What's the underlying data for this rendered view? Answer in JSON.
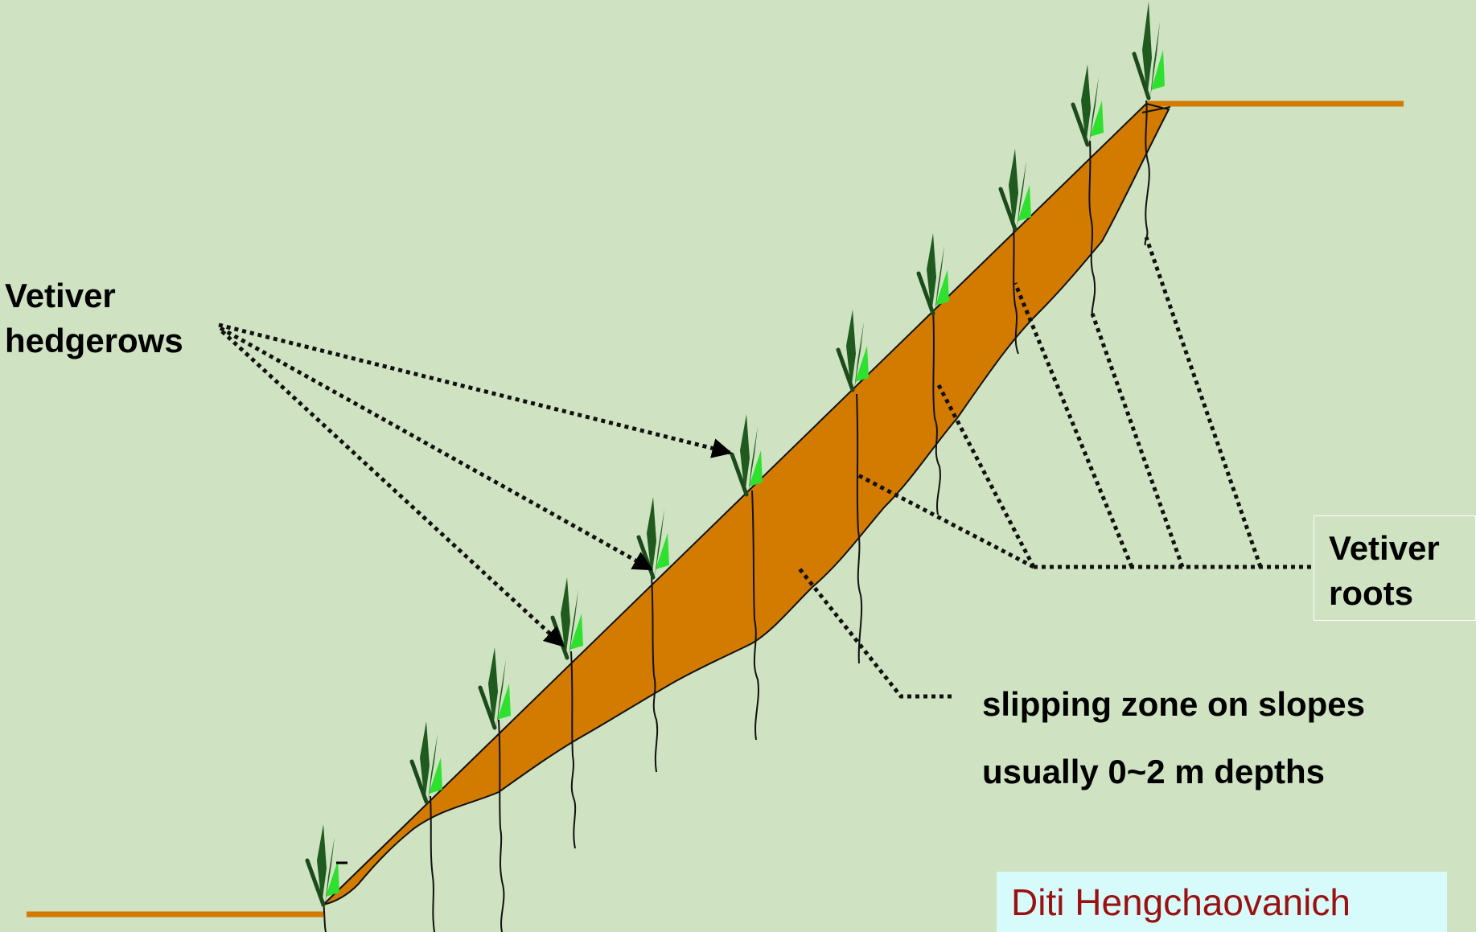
{
  "labels": {
    "hedgerows": [
      "Vetiver",
      "hedgerows"
    ],
    "roots": [
      "Vetiver",
      "roots"
    ],
    "slipping_zone": "slipping zone on slopes",
    "depth": "usually 0~2 m depths",
    "credit": "Diti Hengchaovanich"
  },
  "colors": {
    "background": "#cfe2c1",
    "soil": "#d37b00",
    "ground_line": "#d37b00",
    "credit_box": "#d7fbfb",
    "credit_text": "#9b1010",
    "plant_highlight": "#2ee12e"
  },
  "icons": {
    "plant": "vetiver-grass-icon",
    "arrow": "arrowhead-icon"
  }
}
